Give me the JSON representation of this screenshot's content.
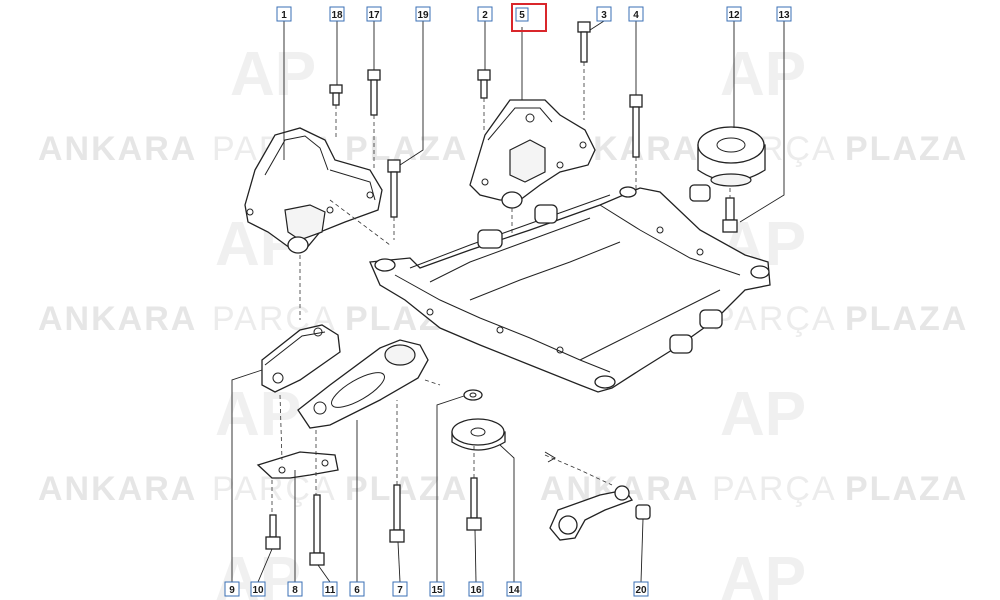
{
  "watermark": {
    "bold": "ANKARA",
    "light": "PARÇA",
    "bold2": "PLAZA",
    "logo": "AP"
  },
  "callouts": [
    {
      "label": "1"
    },
    {
      "label": "18"
    },
    {
      "label": "17"
    },
    {
      "label": "19"
    },
    {
      "label": "2"
    },
    {
      "label": "5"
    },
    {
      "label": "3"
    },
    {
      "label": "4"
    },
    {
      "label": "12"
    },
    {
      "label": "13"
    },
    {
      "label": "9"
    },
    {
      "label": "10"
    },
    {
      "label": "8"
    },
    {
      "label": "11"
    },
    {
      "label": "6"
    },
    {
      "label": "7"
    },
    {
      "label": "15"
    },
    {
      "label": "16"
    },
    {
      "label": "14"
    },
    {
      "label": "20"
    }
  ],
  "highlight": {
    "label": "5",
    "color": "#d9262b"
  },
  "colors": {
    "callout_border": "#3a6fb5",
    "line": "#222222"
  }
}
